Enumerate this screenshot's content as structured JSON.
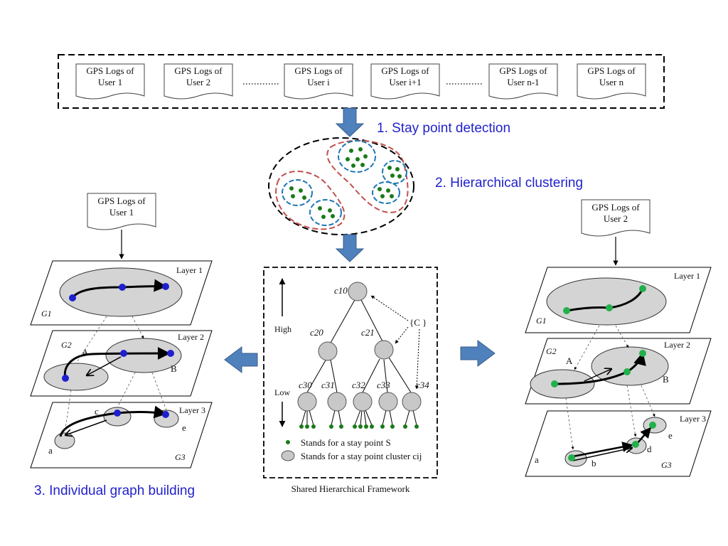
{
  "colors": {
    "arrow_blue": "#4f81bd",
    "arrow_blue_stroke": "#385d8a",
    "step_text": "#2222cc",
    "cluster_red": "#c0504d",
    "cluster_blue": "#1f77b4",
    "stay_point_green": "#1a7a1a",
    "node_gray": "#c8c8c8",
    "user1_point": "#1f1fcf",
    "user2_point": "#22b04b"
  },
  "top_logs": {
    "items": [
      {
        "line1": "GPS Logs of",
        "line2": "User 1"
      },
      {
        "line1": "GPS Logs of",
        "line2": "User 2"
      },
      {
        "line1": "GPS Logs of",
        "line2": "User i"
      },
      {
        "line1": "GPS Logs of",
        "line2": "User i+1"
      },
      {
        "line1": "GPS Logs of",
        "line2": "User n-1"
      },
      {
        "line1": "GPS Logs of",
        "line2": "User n"
      }
    ]
  },
  "steps": {
    "step1": "1. Stay point detection",
    "step2": "2. Hierarchical clustering",
    "step3": "3. Individual graph building"
  },
  "framework": {
    "caption": "Shared Hierarchical Framework",
    "high": "High",
    "low": "Low",
    "c_set": "{C }",
    "nodes": {
      "c10": "c10",
      "c20": "c20",
      "c21": "c21",
      "c30": "c30",
      "c31": "c31",
      "c32": "c32",
      "c33": "c33",
      "c34": "c34"
    },
    "legend_point": "Stands for a stay point S",
    "legend_cluster": "Stands for a stay point cluster cij"
  },
  "left_graph": {
    "doc_line1": "GPS Logs of",
    "doc_line2": "User 1",
    "layer1": "Layer 1",
    "layer2": "Layer 2",
    "layer3": "Layer 3",
    "g1": "G1",
    "g2": "G2",
    "g3": "G3",
    "label_A": "A",
    "label_B": "B",
    "label_a": "a",
    "label_c": "c",
    "label_e": "e"
  },
  "right_graph": {
    "doc_line1": "GPS Logs of",
    "doc_line2": "User 2",
    "layer1": "Layer 1",
    "layer2": "Layer 2",
    "layer3": "Layer 3",
    "g1": "G1",
    "g2": "G2",
    "g3": "G3",
    "label_A": "A",
    "label_B": "B",
    "label_a": "a",
    "label_b": "b",
    "label_d": "d",
    "label_e": "e"
  }
}
